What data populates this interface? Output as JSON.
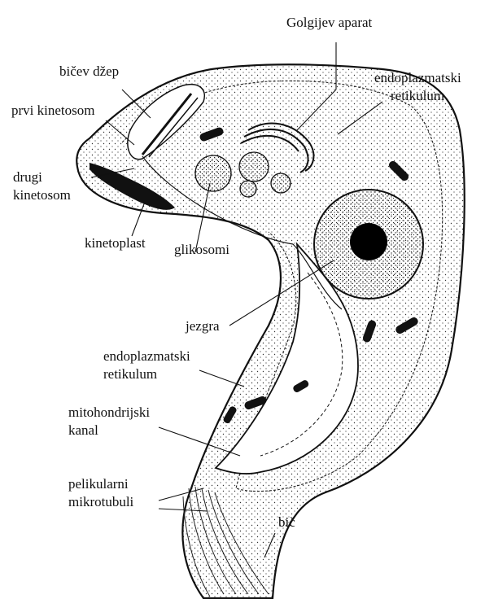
{
  "labels": {
    "golgi": "Golgijev aparat",
    "er_top_1": "endoplazmatski",
    "er_top_2": "retikulum",
    "bicev_dzep": "bičev džep",
    "prvi_kinetosom": "prvi kinetosom",
    "drugi_1": "drugi",
    "drugi_2": "kinetosom",
    "kinetoplast": "kinetoplast",
    "glikosomi": "glikosomi",
    "jezgra": "jezgra",
    "er_mid_1": "endoplazmatski",
    "er_mid_2": "retikulum",
    "mito_1": "mitohondrijski",
    "mito_2": "kanal",
    "pel_1": "pelikularni",
    "pel_2": "mikrotubuli",
    "bic": "bič"
  }
}
